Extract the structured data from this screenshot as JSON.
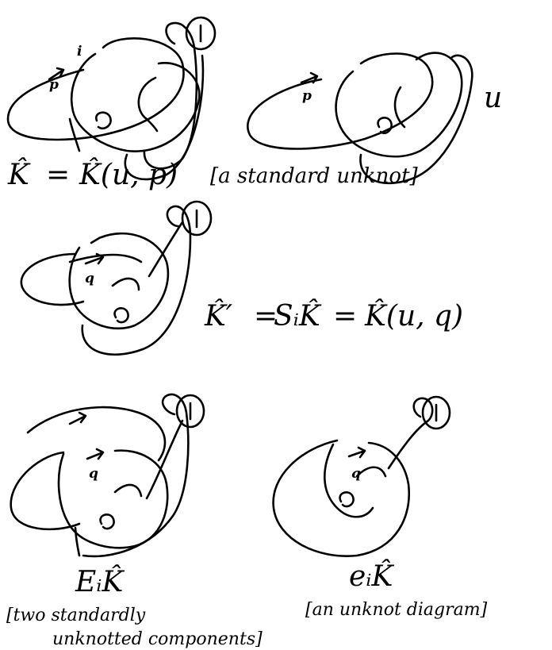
{
  "knot_labels": {
    "crossing_i": "i",
    "point_p": "p",
    "point_q": "q",
    "unknot_u": "u",
    "loop_one": "1"
  },
  "eq1": {
    "lhs": "K̂",
    "equals": "=",
    "rhs": "K̂(u, p)",
    "note": "[a standard unknot]"
  },
  "eq2": {
    "lhs": "K̂′",
    "equals1": "=",
    "mid": "SᵢK̂",
    "equals2": "=",
    "rhs": "K̂(u, q)"
  },
  "bottom_left": {
    "label": "EᵢK̂",
    "note_line1": "[two standardly",
    "note_line2": "unknotted components]"
  },
  "bottom_right": {
    "label": "eᵢK̂",
    "note": "[an unknot diagram]"
  }
}
